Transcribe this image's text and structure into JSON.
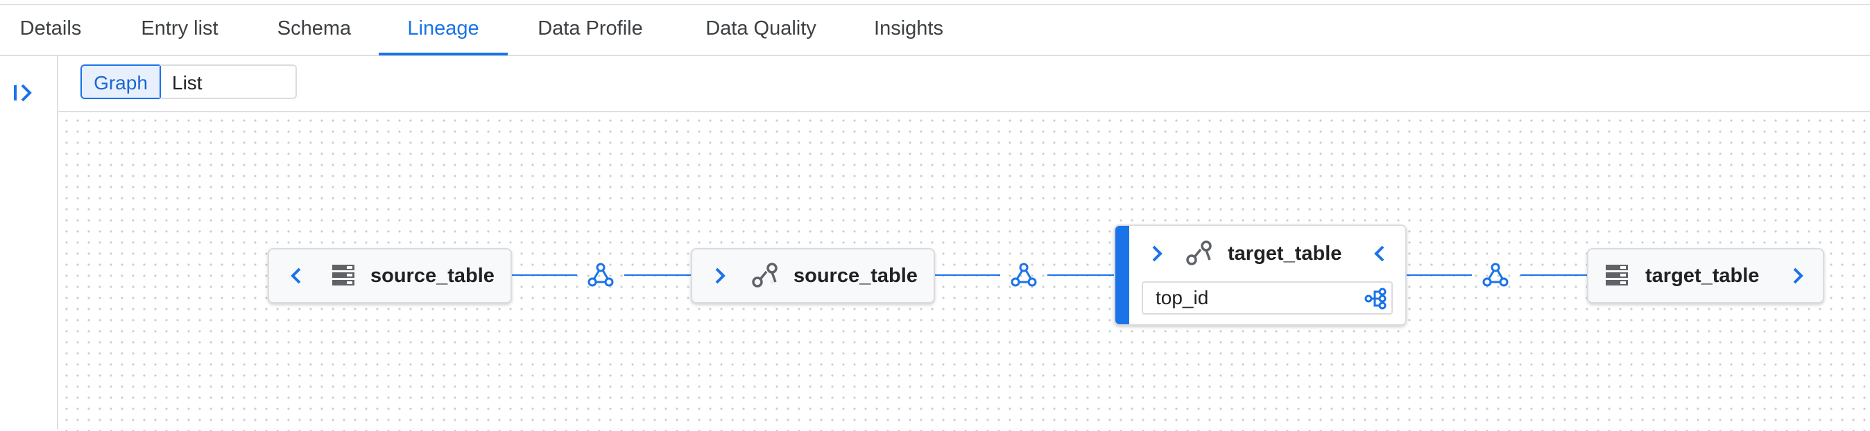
{
  "tabs": [
    {
      "label": "Details"
    },
    {
      "label": "Entry list"
    },
    {
      "label": "Schema"
    },
    {
      "label": "Lineage",
      "active": true
    },
    {
      "label": "Data Profile"
    },
    {
      "label": "Data Quality"
    },
    {
      "label": "Insights"
    }
  ],
  "view_toggle": {
    "graph_label": "Graph",
    "list_label": "List",
    "selected": "Graph"
  },
  "left_rail": {
    "toggle_icon": "expand-panel-icon"
  },
  "graph": {
    "nodes": [
      {
        "name": "source_table",
        "icon": "table-icon",
        "expand_icon": "chevron-left-icon"
      },
      {
        "name": "source_table",
        "icon": "process-icon",
        "expand_icon": "chevron-right-icon"
      },
      {
        "name": "target_table",
        "icon": "process-icon",
        "expand_icon": "chevron-right-icon",
        "collapse_icon": "chevron-left-icon",
        "focused": true,
        "column": "top_id",
        "column_icon": "column-lineage-icon"
      },
      {
        "name": "target_table",
        "icon": "table-icon",
        "expand_icon": "chevron-right-icon"
      }
    ],
    "process_icon": "webhook-process-icon",
    "colors": {
      "accent": "#1a73e8",
      "edge": "#1a73e8",
      "node_bg": "#f8f9fa",
      "node_border": "#dadce0"
    }
  }
}
